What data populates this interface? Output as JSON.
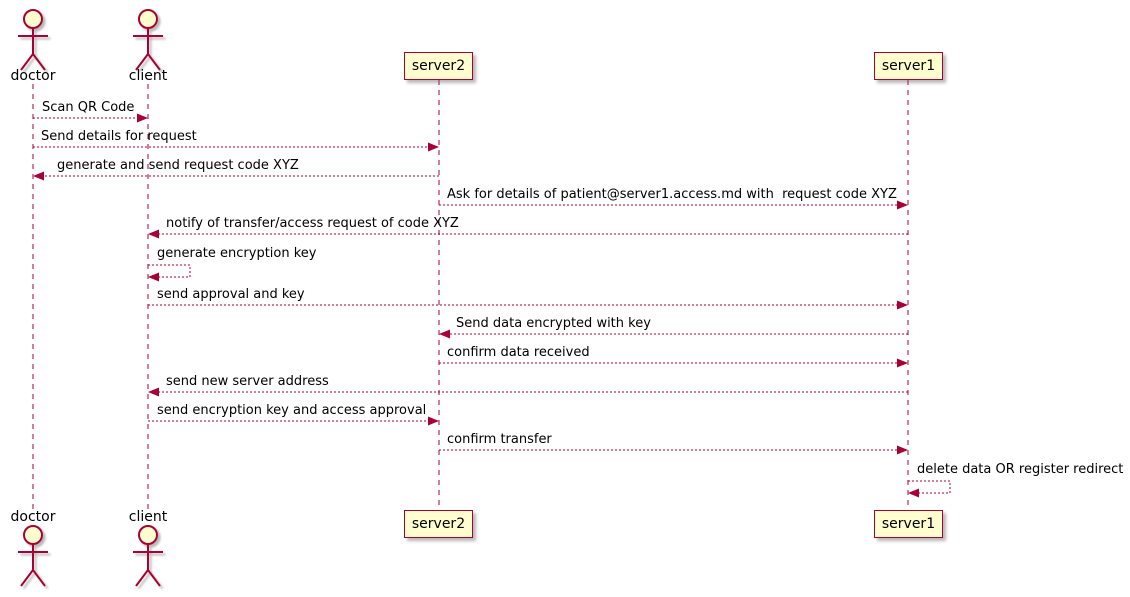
{
  "diagram": {
    "type": "uml-sequence-diagram",
    "colors": {
      "line": "#A80036",
      "participant_fill": "#FEFECE",
      "text": "#000000",
      "background": "#FFFFFF"
    },
    "participants": [
      {
        "id": "doctor",
        "label": "doctor",
        "kind": "actor"
      },
      {
        "id": "client",
        "label": "client",
        "kind": "actor"
      },
      {
        "id": "server2",
        "label": "server2",
        "kind": "participant"
      },
      {
        "id": "server1",
        "label": "server1",
        "kind": "participant"
      }
    ],
    "messages": [
      {
        "from": "doctor",
        "to": "client",
        "style": "dashed",
        "label": "Scan QR Code"
      },
      {
        "from": "doctor",
        "to": "server2",
        "style": "dashed",
        "label": "Send details for request"
      },
      {
        "from": "server2",
        "to": "doctor",
        "style": "dashed",
        "label": "generate and send request code XYZ"
      },
      {
        "from": "server2",
        "to": "server1",
        "style": "dashed",
        "label": "Ask for details of patient@server1.access.md with  request code XYZ"
      },
      {
        "from": "server1",
        "to": "client",
        "style": "dashed",
        "label": "notify of transfer/access request of code XYZ"
      },
      {
        "from": "client",
        "to": "client",
        "style": "dashed",
        "label": "generate encryption key"
      },
      {
        "from": "client",
        "to": "server1",
        "style": "dashed",
        "label": "send approval and key"
      },
      {
        "from": "server1",
        "to": "server2",
        "style": "dashed",
        "label": "Send data encrypted with key"
      },
      {
        "from": "server2",
        "to": "server1",
        "style": "dashed",
        "label": "confirm data received"
      },
      {
        "from": "server1",
        "to": "client",
        "style": "dashed",
        "label": "send new server address"
      },
      {
        "from": "client",
        "to": "server2",
        "style": "dashed",
        "label": "send encryption key and access approval"
      },
      {
        "from": "server2",
        "to": "server1",
        "style": "dashed",
        "label": "confirm transfer"
      },
      {
        "from": "server1",
        "to": "server1",
        "style": "dashed",
        "label": "delete data OR register redirect"
      }
    ]
  }
}
